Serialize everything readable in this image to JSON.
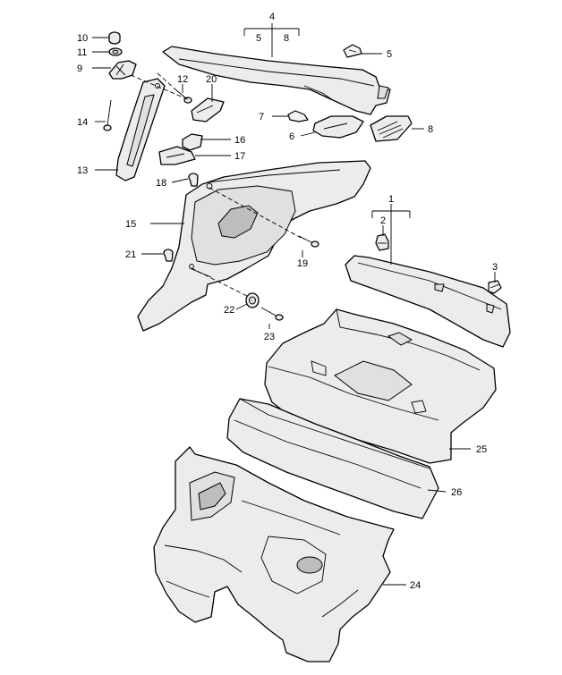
{
  "callouts": {
    "c1": "1",
    "c2": "2",
    "c3": "3",
    "c4": "4",
    "c5": "5",
    "c4_sub5": "5",
    "c4_sub8": "8",
    "c6": "6",
    "c7": "7",
    "c8": "8",
    "c9": "9",
    "c10": "10",
    "c11": "11",
    "c12": "12",
    "c13": "13",
    "c14": "14",
    "c15": "15",
    "c16": "16",
    "c17": "17",
    "c18": "18",
    "c19": "19",
    "c20": "20",
    "c21": "21",
    "c22": "22",
    "c23": "23",
    "c24": "24",
    "c25": "25",
    "c26": "26"
  }
}
